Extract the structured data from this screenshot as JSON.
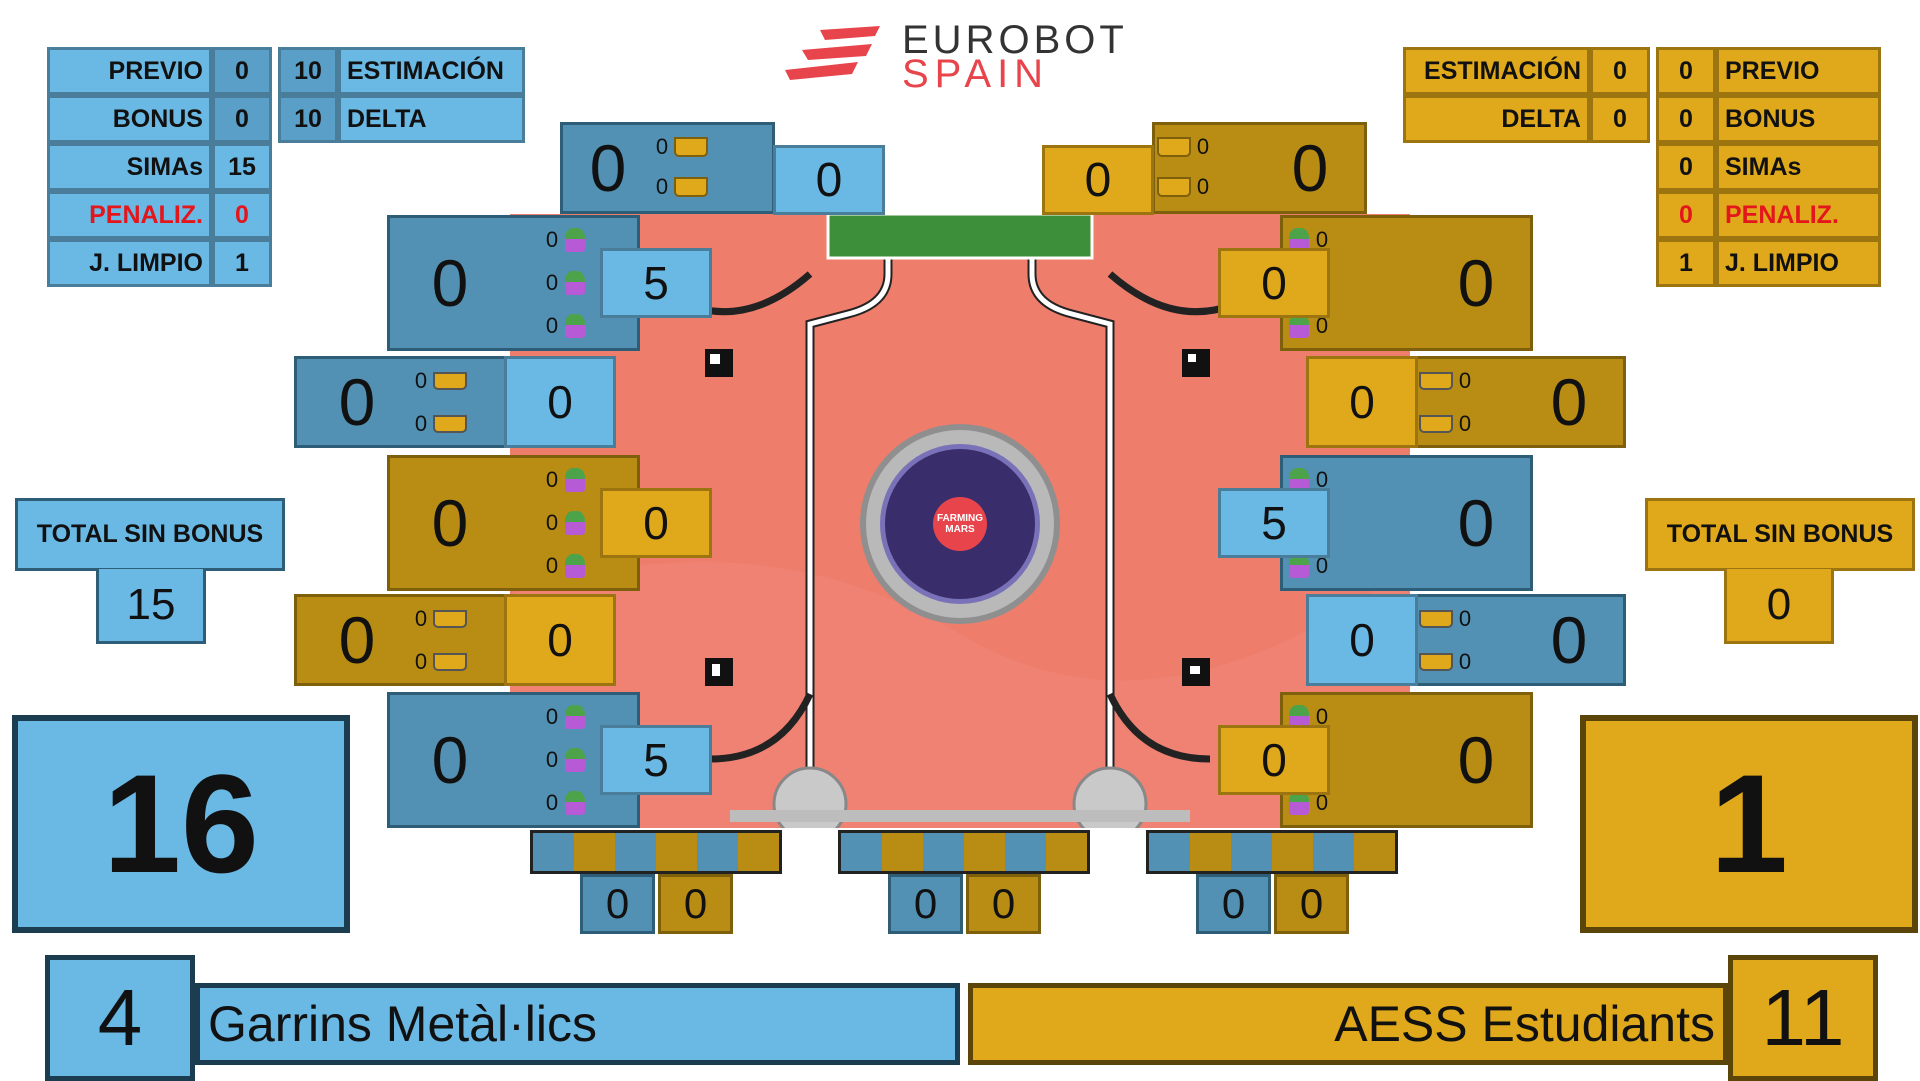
{
  "logo": {
    "line1": "EUROBOT",
    "line2": "SPAIN"
  },
  "colors": {
    "blue": "#6ab8e4",
    "blue_dark": "#5291b3",
    "yellow": "#e0a91c",
    "yellow_dark": "#b98d14",
    "penalty": "#e3161c",
    "field": "#ee7d6b"
  },
  "blue": {
    "stats_left": [
      {
        "label": "PREVIO",
        "value": "0"
      },
      {
        "label": "BONUS",
        "value": "0"
      },
      {
        "label": "SIMAs",
        "value": "15"
      },
      {
        "label": "PENALIZ.",
        "value": "0"
      },
      {
        "label": "J. LIMPIO",
        "value": "1"
      }
    ],
    "stats_right": [
      {
        "label": "ESTIMACIÓN",
        "value": "10"
      },
      {
        "label": "DELTA",
        "value": "10"
      }
    ],
    "total_label": "TOTAL SIN BONUS",
    "total_value": "15",
    "score": "16",
    "team_number": "4",
    "team_name": "Garrins Metàl·lics"
  },
  "yellow": {
    "stats_left": [
      {
        "label": "ESTIMACIÓN",
        "value": "0"
      },
      {
        "label": "DELTA",
        "value": "0"
      }
    ],
    "stats_right": [
      {
        "label": "PREVIO",
        "value": "0"
      },
      {
        "label": "BONUS",
        "value": "0"
      },
      {
        "label": "SIMAs",
        "value": "0"
      },
      {
        "label": "PENALIZ.",
        "value": "0"
      },
      {
        "label": "J. LIMPIO",
        "value": "1"
      }
    ],
    "total_label": "TOTAL SIN BONUS",
    "total_value": "0",
    "score": "1",
    "team_number": "11",
    "team_name": "AESS Estudiants"
  },
  "zones": {
    "top_blue": {
      "big": "0",
      "small": [
        "0",
        "0"
      ],
      "side": "0"
    },
    "top_yellow": {
      "big": "0",
      "small": [
        "0",
        "0"
      ],
      "side": "0"
    },
    "left": [
      {
        "big": "0",
        "small": [
          "0",
          "0",
          "0"
        ],
        "side": "5",
        "type": "blue-3"
      },
      {
        "big": "0",
        "small": [
          "0",
          "0"
        ],
        "side": "0",
        "type": "blue-2"
      },
      {
        "big": "0",
        "small": [
          "0",
          "0",
          "0"
        ],
        "side": "0",
        "type": "yellow-3"
      },
      {
        "big": "0",
        "small": [
          "0",
          "0"
        ],
        "side": "0",
        "type": "yellow-2"
      },
      {
        "big": "0",
        "small": [
          "0",
          "0",
          "0"
        ],
        "side": "5",
        "type": "blue-3"
      }
    ],
    "right": [
      {
        "big": "0",
        "small": [
          "0",
          "0",
          "0"
        ],
        "side": "0",
        "type": "yellow-3"
      },
      {
        "big": "0",
        "small": [
          "0",
          "0"
        ],
        "side": "0",
        "type": "yellow-2"
      },
      {
        "big": "0",
        "small": [
          "0",
          "0",
          "0"
        ],
        "side": "5",
        "type": "blue-3"
      },
      {
        "big": "0",
        "small": [
          "0",
          "0"
        ],
        "side": "0",
        "type": "blue-2"
      },
      {
        "big": "0",
        "small": [
          "0",
          "0",
          "0"
        ],
        "side": "0",
        "type": "yellow-3"
      }
    ],
    "bottom": [
      {
        "blue": "0",
        "yellow": "0"
      },
      {
        "blue": "0",
        "yellow": "0"
      },
      {
        "blue": "0",
        "yellow": "0"
      }
    ]
  },
  "center_badge": {
    "text": "FARMING MARS"
  }
}
